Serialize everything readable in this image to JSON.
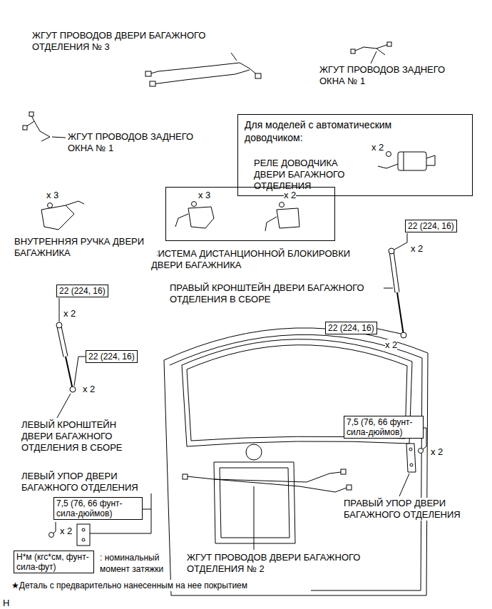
{
  "diagram": {
    "nodes": [
      {
        "text": [
          "Для моделей с автоматическим доводчиком:",
          "РЕЛЕ ДОВОДЧИКА ДВЕРИ БАГАЖНОГО ОТДЕЛЕНИЯ"
        ]
      },
      {
        "text": [
          "СИСТЕМА ДИСТАНЦИОННОЙ БЛОКИРОВКИ ДВЕРИ БАГАЖНИКА"
        ]
      },
      {
        "text": [
          "22 (224, 16)"
        ]
      },
      {
        "text": [
          "22 (224, 16)"
        ]
      },
      {
        "text": [
          "22 (224, 16)"
        ]
      },
      {
        "text": [
          "22 (224, 16)"
        ]
      },
      {
        "text": [
          "7,5 (76, 66 фунт-сила-дюймов)"
        ]
      },
      {
        "text": [
          "7,5 (76, 66 фунт-сила-дюймов)"
        ]
      },
      {
        "text": [
          "Н*м (кгс*см, фунт-сила-фут)"
        ]
      }
    ],
    "labels": [
      "ЖГУТ ПРОВОДОВ ДВЕРИ БАГАЖНОГО ОТДЕЛЕНИЯ № 3",
      "ЖГУТ ПРОВОДОВ ЗАДНЕГО ОКНА № 1",
      "ЖГУТ ПРОВОДОВ ЗАДНЕГО ОКНА № 1",
      "x 2",
      "x 3",
      "ВНУТРЕННЯЯ РУЧКА ДВЕРИ БАГАЖНИКА",
      "x 3",
      "x 2",
      "x 2",
      "ПРАВЫЙ КРОНШТЕЙН ДВЕРИ БАГАЖНОГО ОТДЕЛЕНИЯ В СБОРЕ",
      "x 2",
      "x 2",
      "x 2",
      "ЛЕВЫЙ КРОНШТЕЙН ДВЕРИ БАГАЖНОГО ОТДЕЛЕНИЯ В СБОРЕ",
      "x 2",
      "ЛЕВЫЙ УПОР ДВЕРИ БАГАЖНОГО ОТДЕЛЕНИЯ",
      "ПРАВЫЙ УПОР ДВЕРИ БАГАЖНОГО ОТДЕЛЕНИЯ",
      "x 2",
      ": номинальный момент затяжки",
      "ЖГУТ ПРОВОДОВ ДВЕРИ БАГАЖНОГО ОТДЕЛЕНИЯ № 2",
      "★Деталь с предварительно нанесенным на нее покрытием",
      "H"
    ]
  }
}
